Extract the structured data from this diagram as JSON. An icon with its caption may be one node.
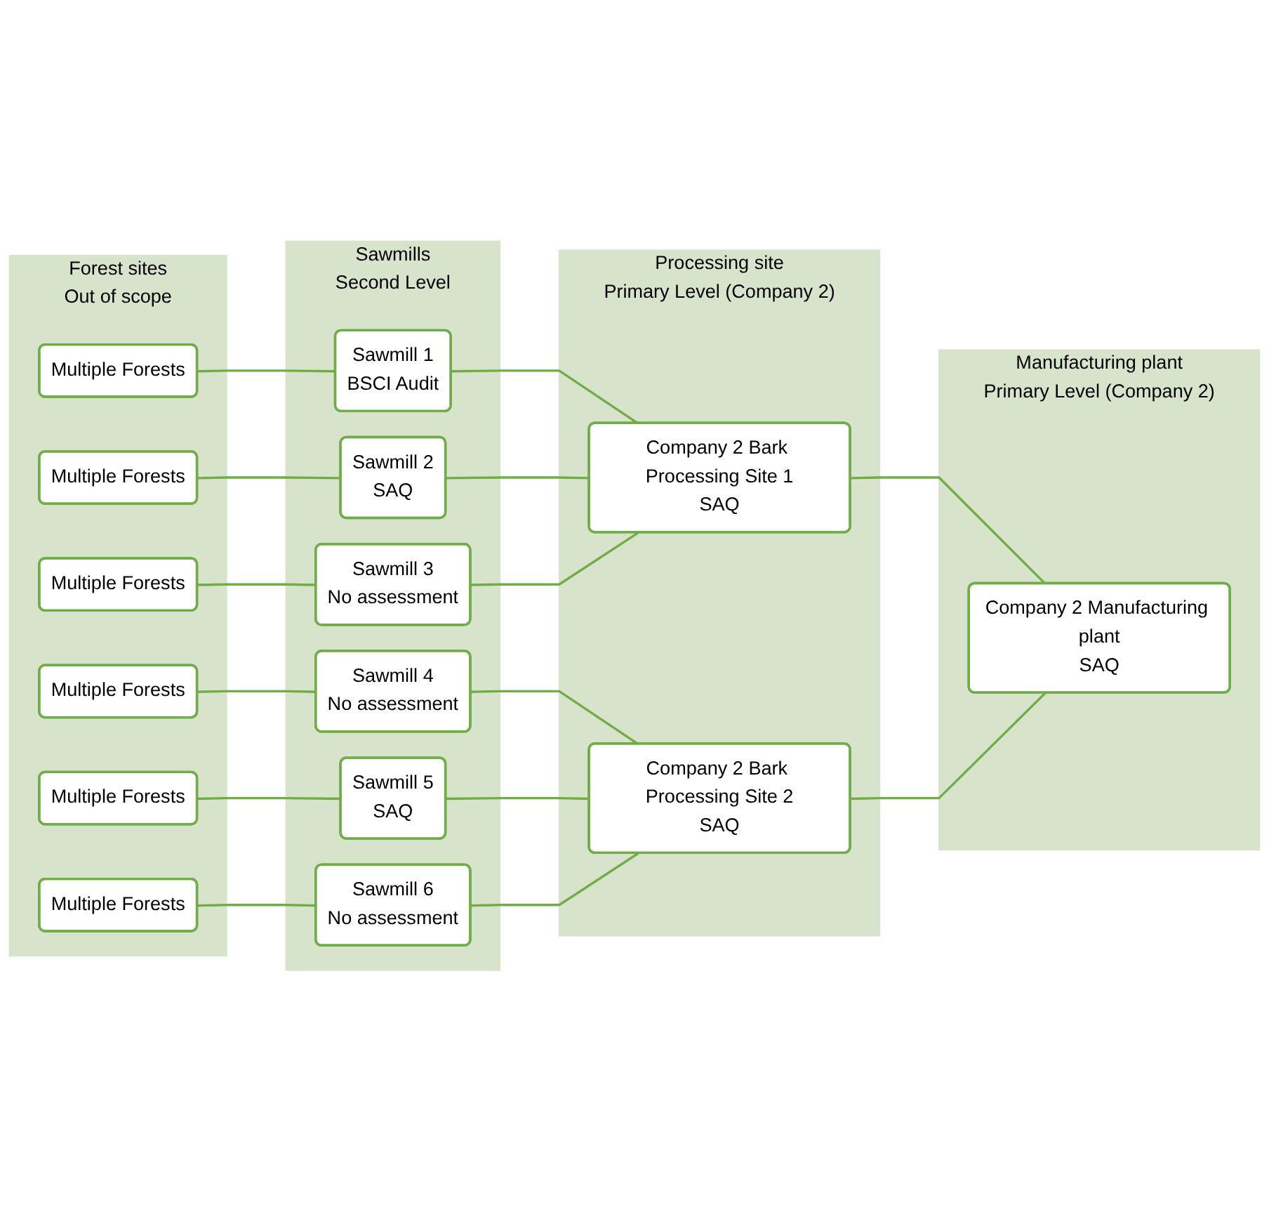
{
  "diagram": {
    "nodes": [
      {
        "text": [
          "Forest sites",
          "Out of scope"
        ]
      },
      {
        "text": [
          "Multiple Forests"
        ],
        "in": 0
      },
      {
        "text": [
          "Multiple Forests"
        ],
        "in": 0
      },
      {
        "text": [
          "Multiple Forests"
        ],
        "in": 0
      },
      {
        "text": [
          "Multiple Forests"
        ],
        "in": 0
      },
      {
        "text": [
          "Multiple Forests"
        ],
        "in": 0
      },
      {
        "text": [
          "Multiple Forests"
        ],
        "in": 0
      },
      {
        "text": [
          "Sawmills",
          "Second Level"
        ]
      },
      {
        "text": [
          "Sawmill 1",
          "BSCI Audit"
        ],
        "in": 7
      },
      {
        "text": [
          "Sawmill 2",
          "SAQ"
        ],
        "in": 7
      },
      {
        "text": [
          "Sawmill 3",
          "No assessment"
        ],
        "in": 7
      },
      {
        "text": [
          "Sawmill 4",
          "No assessment"
        ],
        "in": 7
      },
      {
        "text": [
          "Sawmill 5",
          "SAQ"
        ],
        "in": 7
      },
      {
        "text": [
          "Sawmill 6",
          "No assessment"
        ],
        "in": 7
      },
      {
        "text": [
          "Processing site",
          "Primary Level (Company 2)"
        ]
      },
      {
        "text": [
          "Company 2 Bark Processing Site 1",
          "SAQ"
        ],
        "in": 14
      },
      {
        "text": [
          "Company 2 Bark Processing Site 2",
          "SAQ"
        ],
        "in": 14
      },
      {
        "text": [
          "Manufacturing plant",
          "Primary Level (Company 2)"
        ]
      },
      {
        "text": [
          "Company 2 Manufacturing plant",
          "SAQ"
        ],
        "in": 17
      }
    ],
    "edges": [
      {
        "from": 1,
        "to": 8,
        "arrow": "none"
      },
      {
        "from": 2,
        "to": 9,
        "arrow": "none"
      },
      {
        "from": 3,
        "to": 10,
        "arrow": "none"
      },
      {
        "from": 4,
        "to": 11,
        "arrow": "none"
      },
      {
        "from": 5,
        "to": 12,
        "arrow": "none"
      },
      {
        "from": 6,
        "to": 13,
        "arrow": "none"
      },
      {
        "from": 8,
        "to": 15,
        "arrow": "none"
      },
      {
        "from": 9,
        "to": 15,
        "arrow": "none"
      },
      {
        "from": 10,
        "to": 15,
        "arrow": "none"
      },
      {
        "from": 11,
        "to": 16,
        "arrow": "none"
      },
      {
        "from": 12,
        "to": 16,
        "arrow": "none"
      },
      {
        "from": 13,
        "to": 16,
        "arrow": "none"
      },
      {
        "from": 15,
        "to": 18,
        "arrow": "none"
      },
      {
        "from": 16,
        "to": 18,
        "arrow": "none"
      }
    ]
  }
}
